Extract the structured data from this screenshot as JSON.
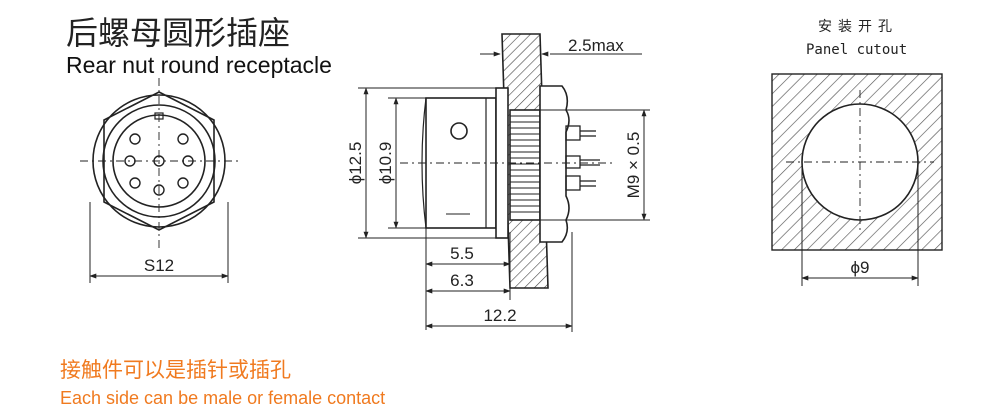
{
  "titles": {
    "cn": "后螺母圆形插座",
    "en": "Rear nut round receptacle"
  },
  "notes": {
    "cn": "接触件可以是插针或插孔",
    "en": "Each side can be male or female contact"
  },
  "panel_cutout": {
    "cn": "安装开孔",
    "en": "Panel cutout",
    "hole_diameter": "ϕ9"
  },
  "dimensions": {
    "hex_across_flats": "S12",
    "panel_max": "2.5max",
    "outer_diameter": "ϕ12.5",
    "inner_diameter": "ϕ10.9",
    "thread": "M9 × 0.5",
    "length_a": "5.5",
    "length_b": "6.3",
    "length_total": "12.2"
  },
  "colors": {
    "line": "#222222",
    "note_text": "#f07a1f",
    "hatch": "#555555"
  }
}
